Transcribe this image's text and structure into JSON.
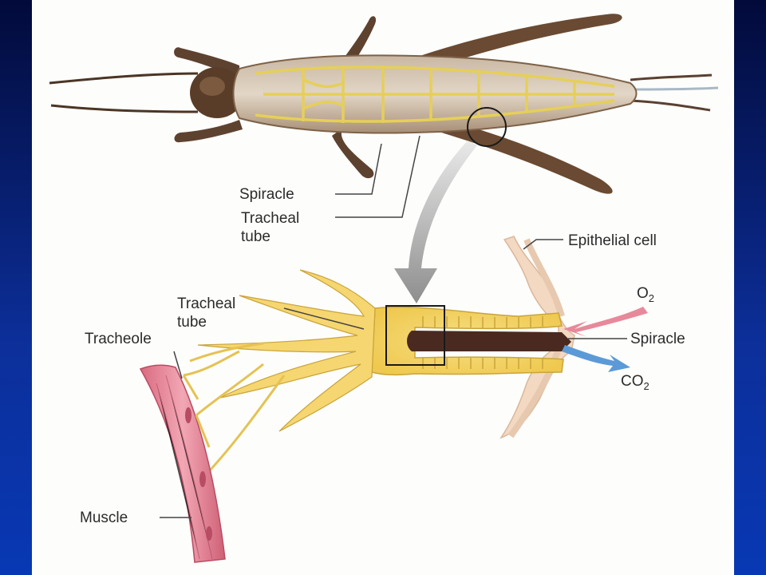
{
  "labels": {
    "spiracle_top": "Spiracle",
    "tracheal_tube_top_line1": "Tracheal",
    "tracheal_tube_top_line2": "tube",
    "epithelial_cell": "Epithelial cell",
    "o2_base": "O",
    "o2_sub": "2",
    "spiracle_right": "Spiracle",
    "co2_base": "CO",
    "co2_sub": "2",
    "tracheal_tube_mid_line1": "Tracheal",
    "tracheal_tube_mid_line2": "tube",
    "tracheole": "Tracheole",
    "muscle": "Muscle"
  },
  "colors": {
    "trachea": "#f3d36a",
    "trachea_edge": "#c9a43a",
    "insect_body": "#6b4a30",
    "muscle": "#e58a9a",
    "epithelium": "#f3d8c2",
    "o2_arrow": "#e7899a",
    "co2_arrow": "#5b9ad6",
    "slide_bg": "#0a2c96"
  }
}
